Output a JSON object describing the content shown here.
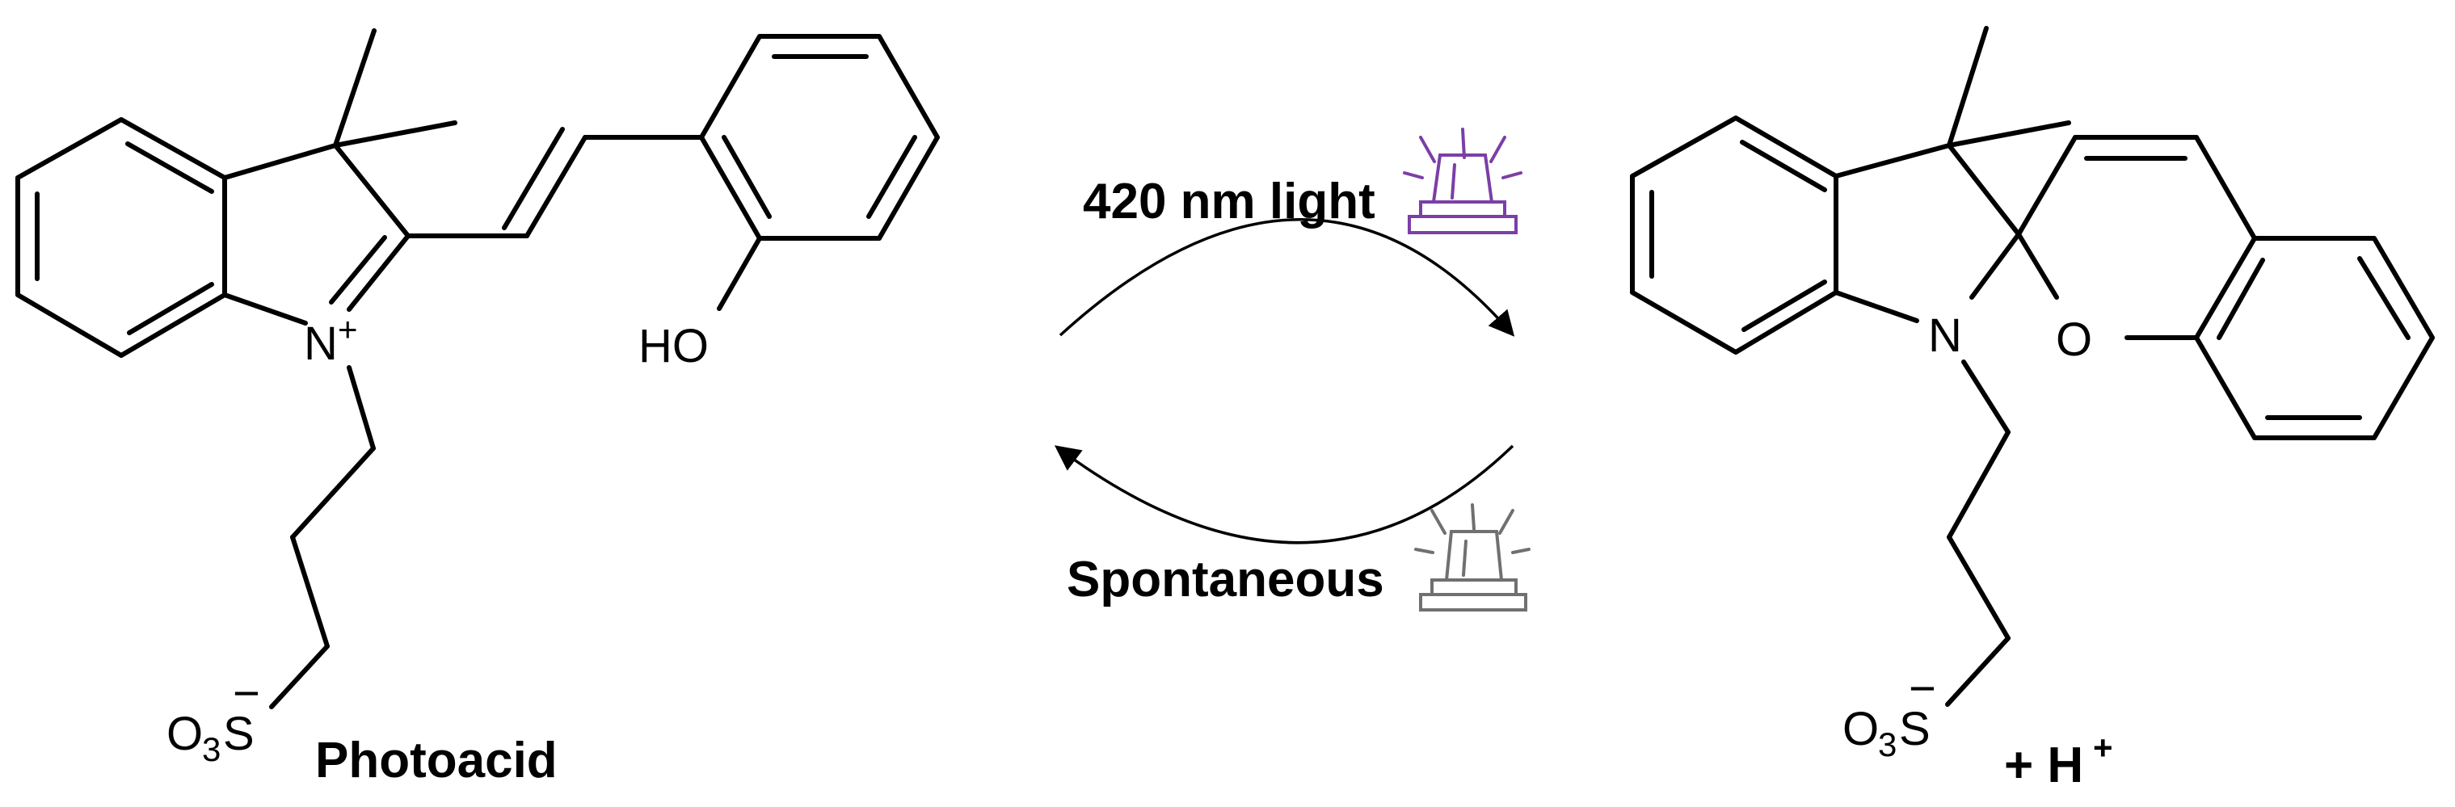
{
  "colors": {
    "ink": "#000000",
    "light_lamp": "#7b3fa6",
    "dark_lamp": "#707070"
  },
  "left_molecule": {
    "name": "Photoacid",
    "nitrogen": "N",
    "nitrogen_charge": "+",
    "hydroxyl": "HO",
    "sulfonate_O": "O",
    "sulfonate_sub": "3",
    "sulfonate_S": "S",
    "sulfonate_charge": "−"
  },
  "right_molecule": {
    "nitrogen": "N",
    "oxygen": "O",
    "sulfonate_O": "O",
    "sulfonate_sub": "3",
    "sulfonate_S": "S",
    "sulfonate_charge": "−",
    "proton_plus": "+ H",
    "proton_charge": "+"
  },
  "forward_reaction": {
    "label": "420 nm light",
    "icon": "alarm-lamp-icon-purple"
  },
  "reverse_reaction": {
    "label": "Spontaneous",
    "icon": "alarm-lamp-icon-gray"
  }
}
